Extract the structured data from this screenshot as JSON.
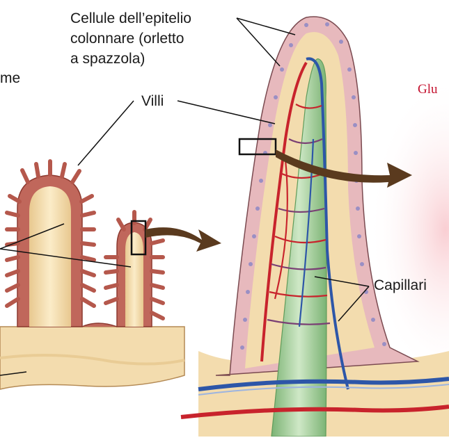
{
  "labels": {
    "epithelium_line1": "Cellule dell’epitelio",
    "epithelium_line2": "colonnare (orletto",
    "epithelium_line3": "a spazzola)",
    "villi": "Villi",
    "capillaries": "Capillari",
    "partial_left": "me",
    "partial_right": "Glu"
  },
  "colors": {
    "tissue": "#f3dcae",
    "tissue_shadow": "#e2bf85",
    "mucosa": "#c0675b",
    "mucosa_dark": "#8c3a30",
    "epithelium": "#e7b9bd",
    "nucleus": "#9a8fc4",
    "artery": "#c8232c",
    "vein": "#2d56a8",
    "lacteal": "#8fc18a",
    "arrow": "#5a3a1e",
    "glow": "#fbd9dc"
  }
}
